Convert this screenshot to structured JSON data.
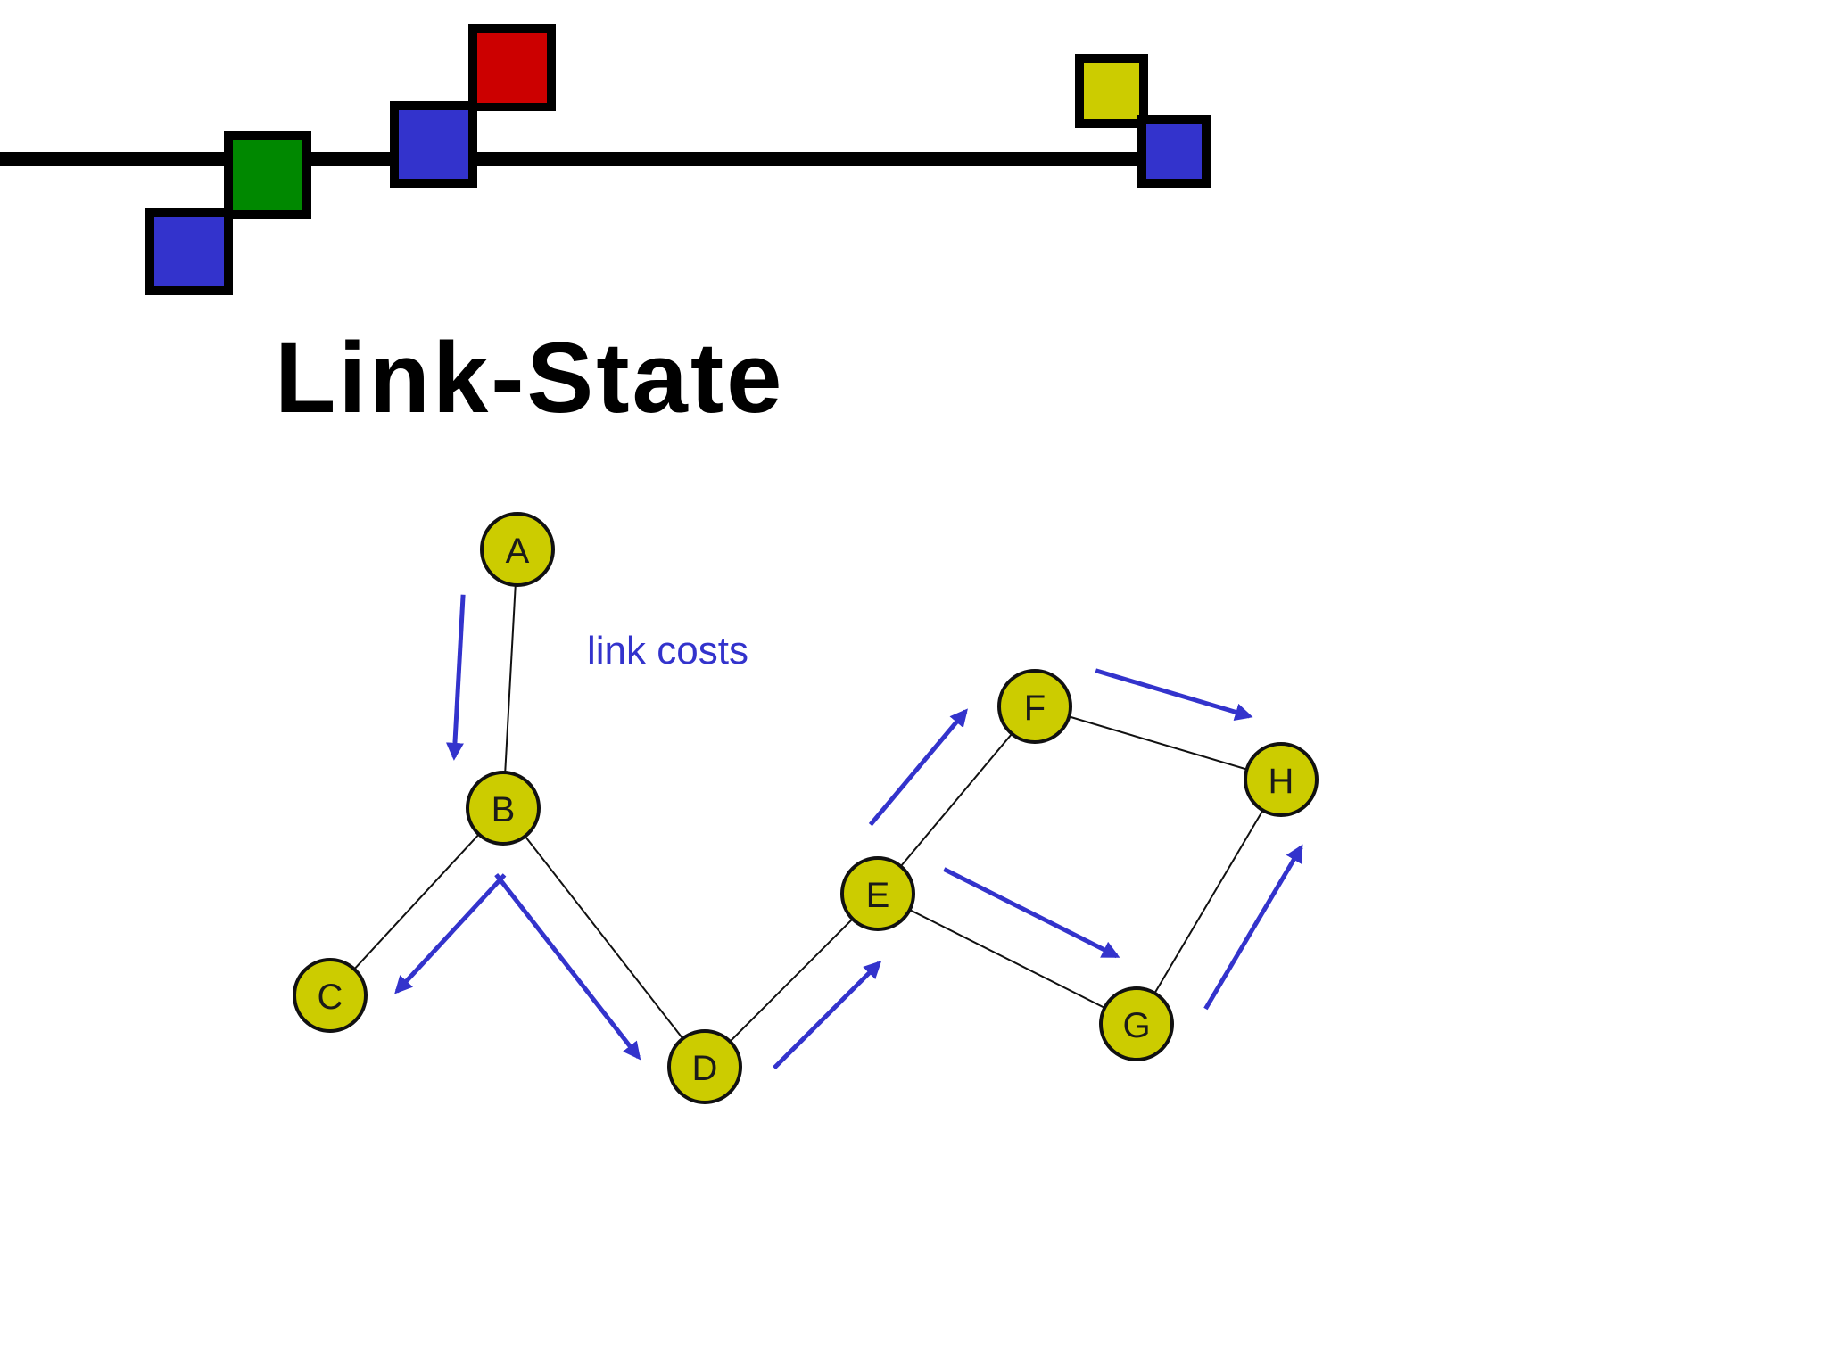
{
  "title": "Link-State",
  "annotation": "link costs",
  "colors": {
    "background": "#ffffff",
    "node_fill": "#cccc00",
    "node_stroke": "#111111",
    "edge": "#111111",
    "arrow": "#3333cc",
    "square_blue": "#3333cc",
    "square_green": "#008800",
    "square_red": "#cc0000",
    "square_yellow": "#cccc00"
  },
  "nodes": [
    {
      "id": "A",
      "label": "A"
    },
    {
      "id": "B",
      "label": "B"
    },
    {
      "id": "C",
      "label": "C"
    },
    {
      "id": "D",
      "label": "D"
    },
    {
      "id": "E",
      "label": "E"
    },
    {
      "id": "F",
      "label": "F"
    },
    {
      "id": "G",
      "label": "G"
    },
    {
      "id": "H",
      "label": "H"
    }
  ],
  "edges": [
    {
      "from": "A",
      "to": "B"
    },
    {
      "from": "B",
      "to": "C"
    },
    {
      "from": "B",
      "to": "D"
    },
    {
      "from": "D",
      "to": "E"
    },
    {
      "from": "E",
      "to": "F"
    },
    {
      "from": "E",
      "to": "G"
    },
    {
      "from": "F",
      "to": "H"
    },
    {
      "from": "G",
      "to": "H"
    }
  ],
  "flows": [
    {
      "from": "A",
      "to": "B"
    },
    {
      "from": "B",
      "to": "C"
    },
    {
      "from": "B",
      "to": "D"
    },
    {
      "from": "D",
      "to": "E"
    },
    {
      "from": "E",
      "to": "F"
    },
    {
      "from": "E",
      "to": "G"
    },
    {
      "from": "F",
      "to": "H"
    },
    {
      "from": "G",
      "to": "H"
    }
  ]
}
